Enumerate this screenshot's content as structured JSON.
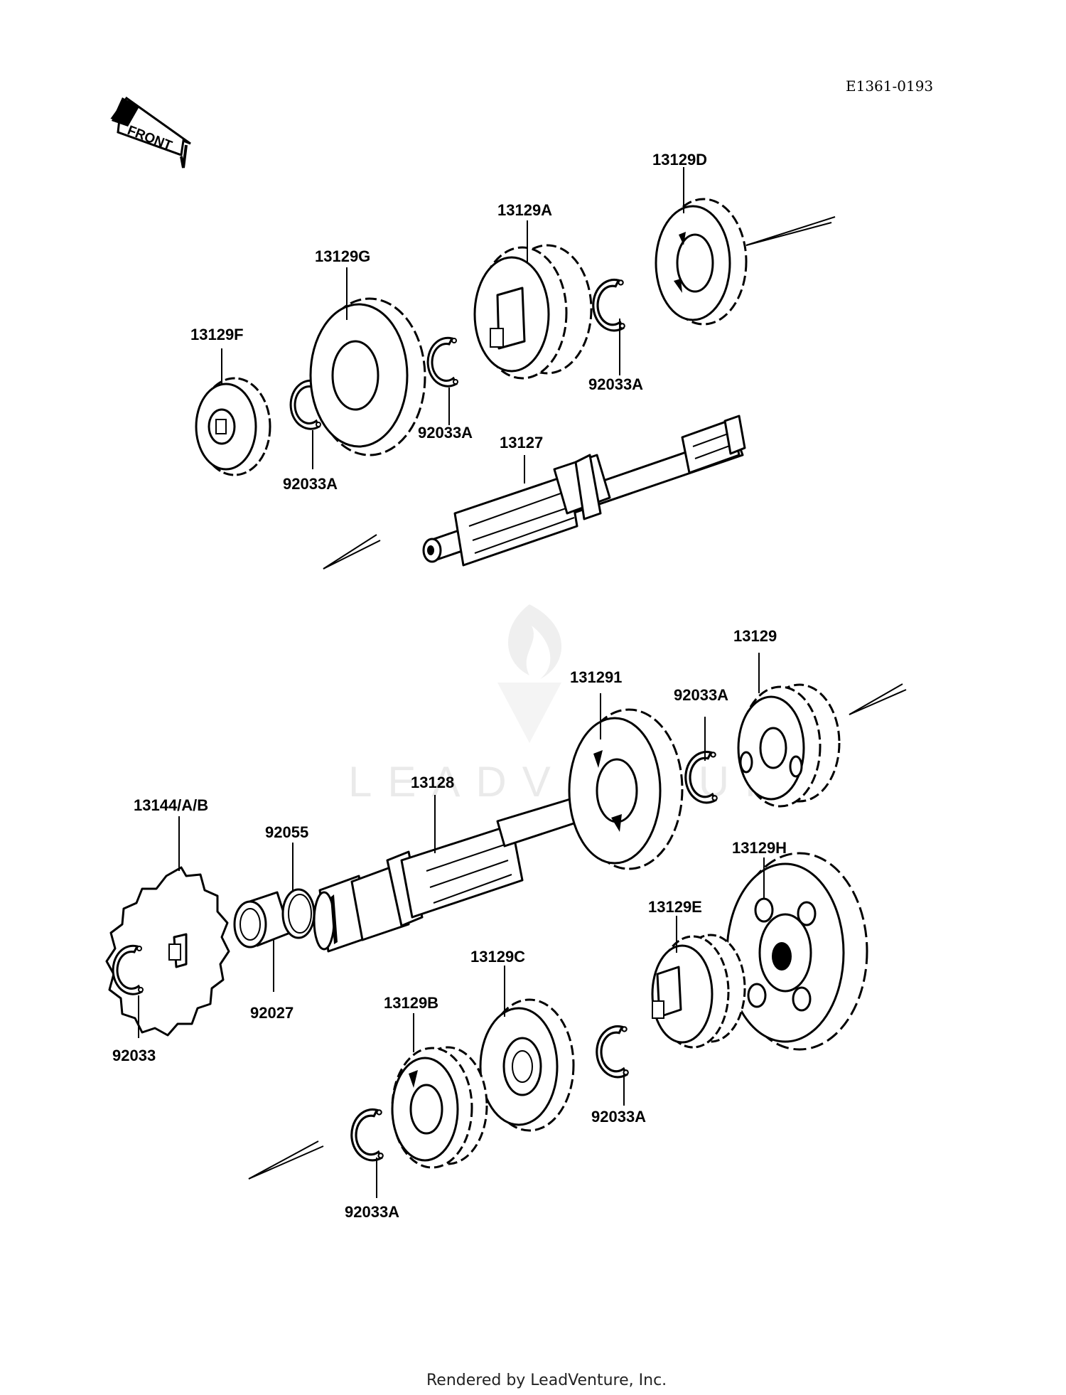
{
  "diagram_code": "E1361-0193",
  "front_label": "FRONT",
  "watermark": "LEADVENTURE",
  "footer": "Rendered by LeadVenture, Inc.",
  "parts": {
    "p13129D": "13129D",
    "p13129A": "13129A",
    "p13129G": "13129G",
    "p13129F": "13129F",
    "p92033A_1": "92033A",
    "p92033A_2": "92033A",
    "p92033A_3": "92033A",
    "p13127": "13127",
    "p13129": "13129",
    "p131291": "131291",
    "p92033A_4": "92033A",
    "p13128": "13128",
    "p13144": "13144/A/B",
    "p92055": "92055",
    "p13129H": "13129H",
    "p13129E": "13129E",
    "p13129C": "13129C",
    "p13129B": "13129B",
    "p92027": "92027",
    "p92033": "92033",
    "p92033A_5": "92033A",
    "p92033A_6": "92033A"
  }
}
